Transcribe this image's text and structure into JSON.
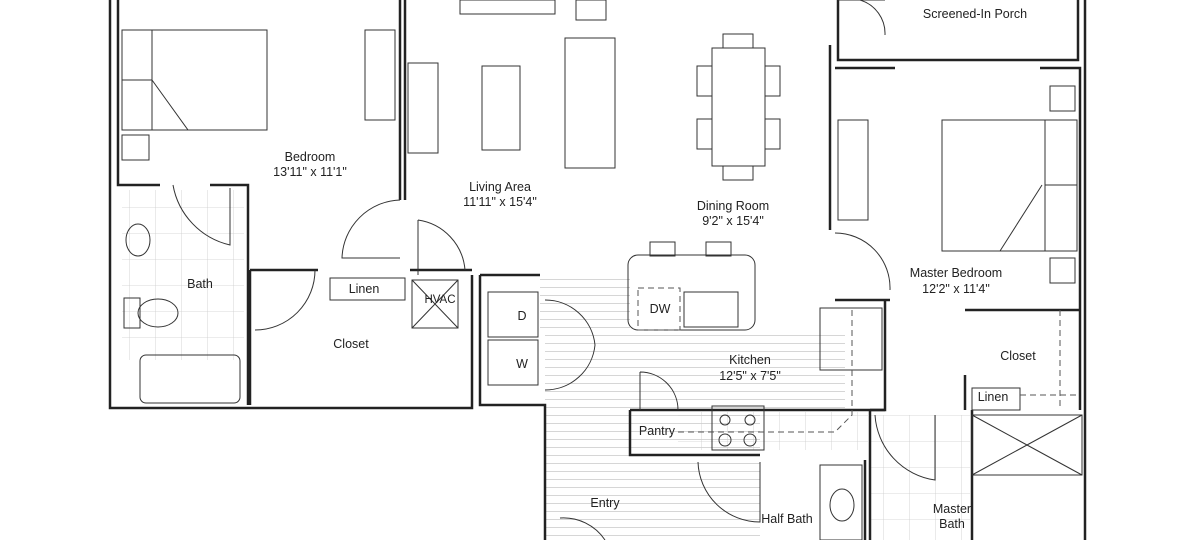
{
  "colors": {
    "walls": "#222222",
    "floor_lines": "#cccccc",
    "background": "#ffffff"
  },
  "rooms": {
    "porch": {
      "name": "Screened-In Porch"
    },
    "bedroom": {
      "name": "Bedroom",
      "size": "13'11\" x 11'1\""
    },
    "living": {
      "name": "Living Area",
      "size": "11'11\" x 15'4\""
    },
    "dining": {
      "name": "Dining Room",
      "size": "9'2\" x 15'4\""
    },
    "master_bedroom": {
      "name": "Master Bedroom",
      "size": "12'2\" x 11'4\""
    },
    "bath": {
      "name": "Bath"
    },
    "linen": {
      "name": "Linen"
    },
    "hvac": {
      "name": "HVAC"
    },
    "closet": {
      "name": "Closet"
    },
    "dryer": {
      "name": "D"
    },
    "washer": {
      "name": "W"
    },
    "dishwasher": {
      "name": "DW"
    },
    "kitchen": {
      "name": "Kitchen",
      "size": "12'5\" x 7'5\""
    },
    "pantry": {
      "name": "Pantry"
    },
    "master_closet": {
      "name": "Closet"
    },
    "master_linen": {
      "name": "Linen"
    },
    "entry": {
      "name": "Entry"
    },
    "half_bath": {
      "name": "Half Bath"
    },
    "master_bath": {
      "name": "Master Bath",
      "line1": "Master",
      "line2": "Bath"
    }
  }
}
